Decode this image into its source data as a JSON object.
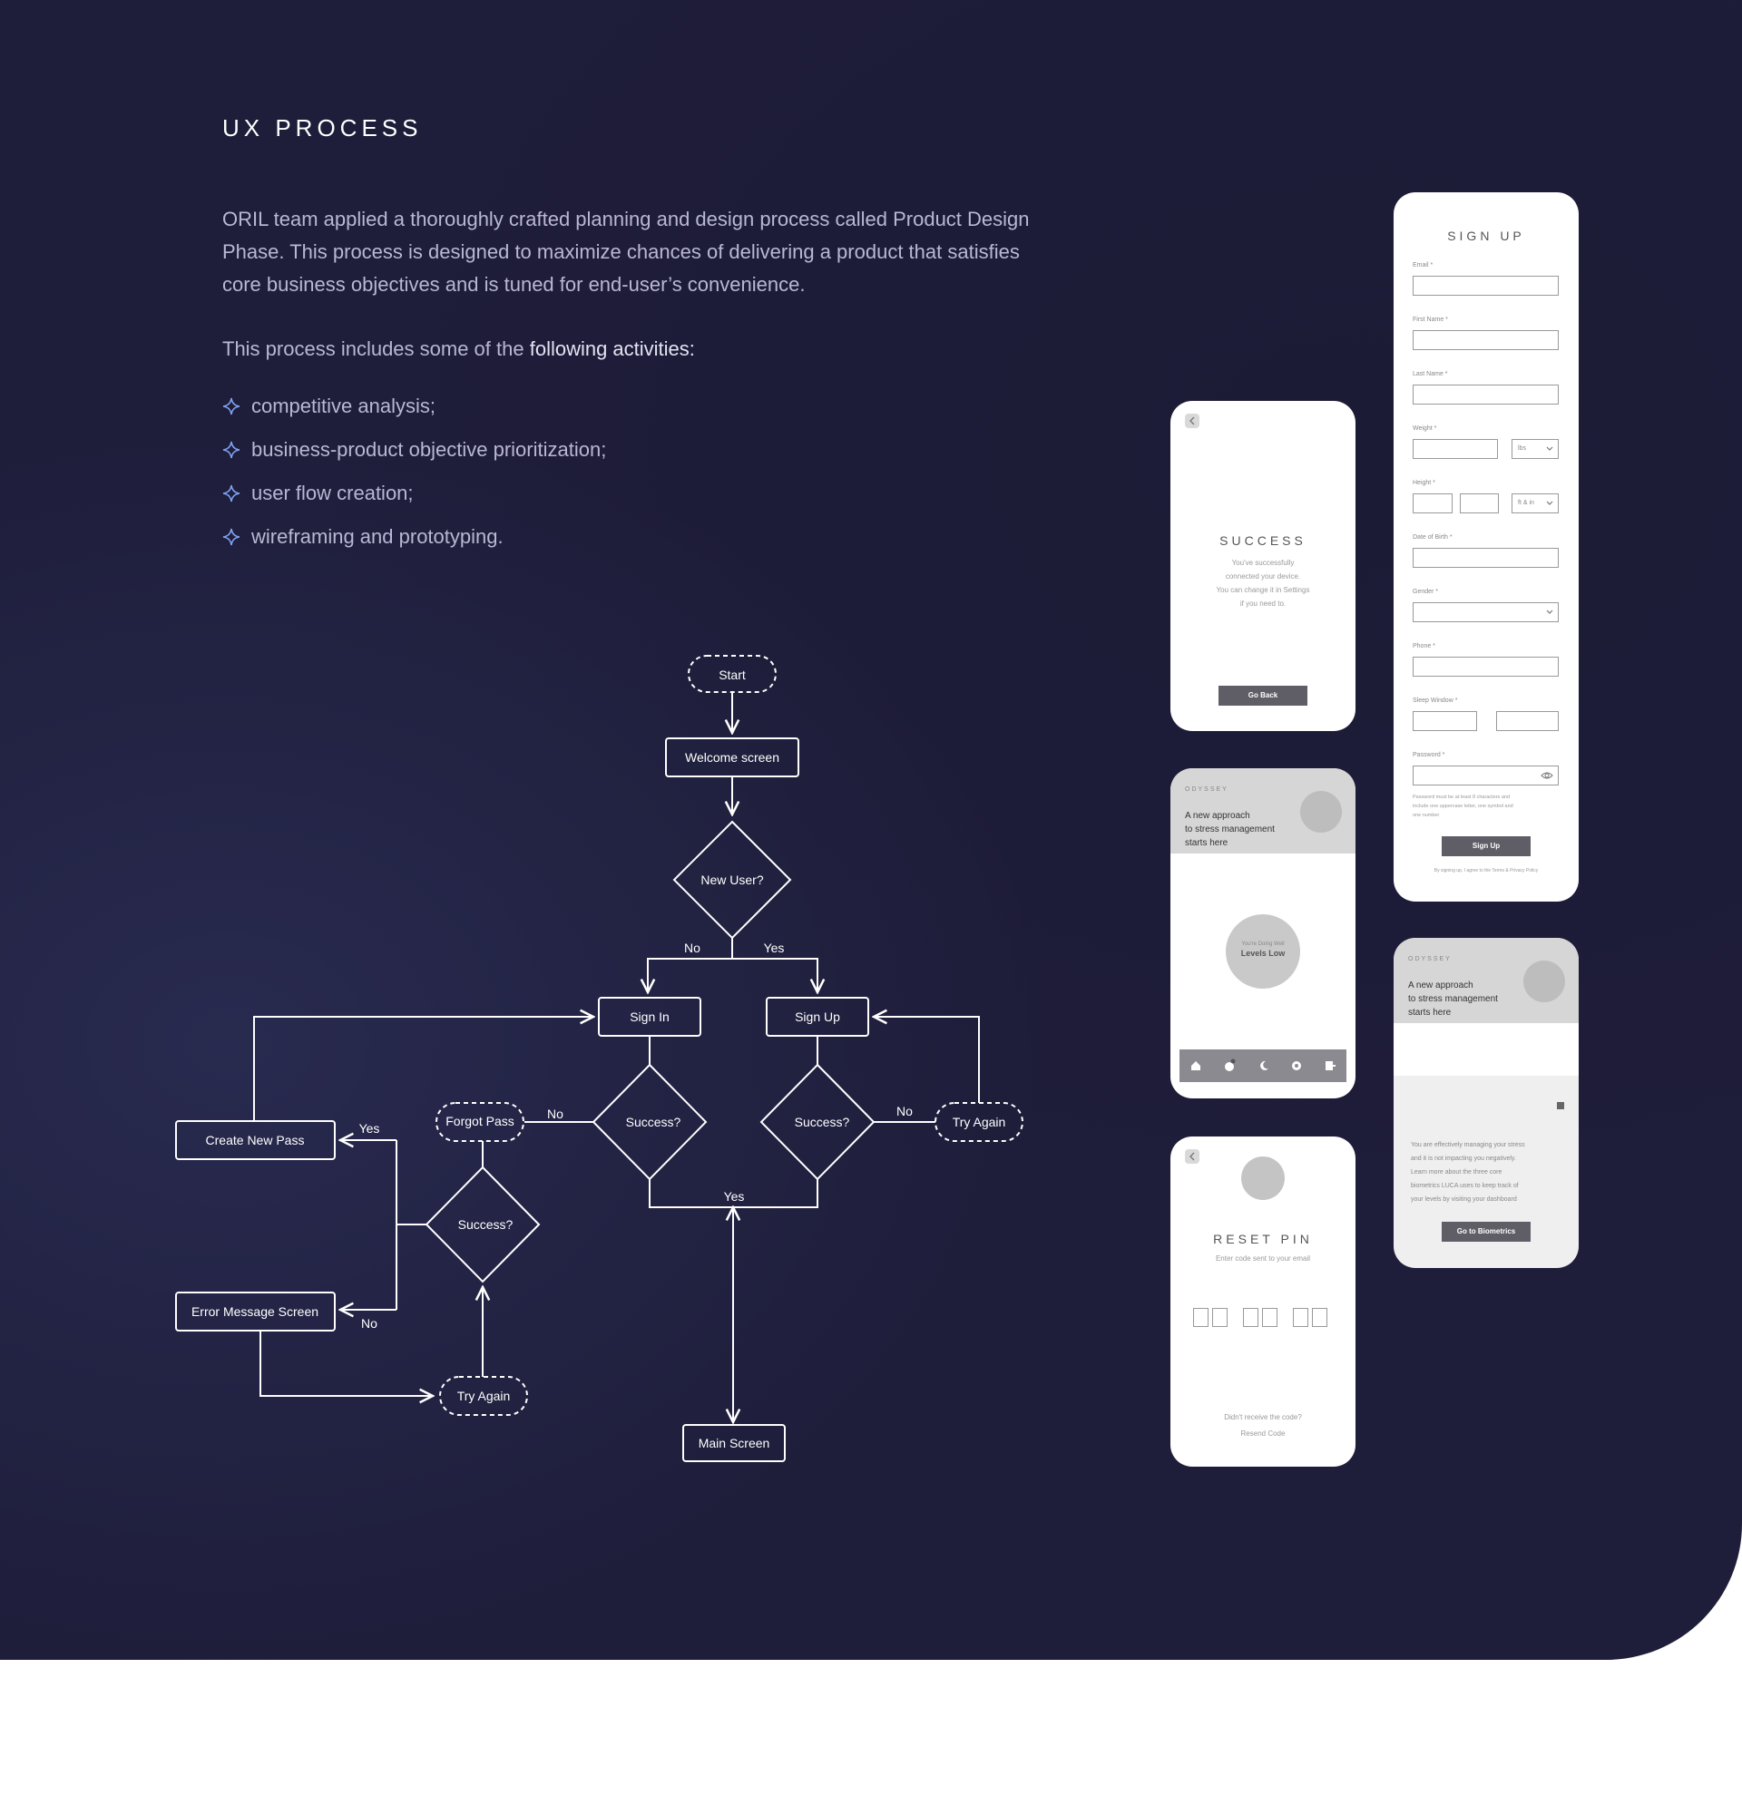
{
  "header": {
    "title": "UX PROCESS",
    "intro": "ORIL team applied a thoroughly crafted planning and design process called Product Design Phase. This process is designed to maximize chances of delivering a product that satisfies core business objectives and is tuned for end-user’s convenience.",
    "lead_prefix": "This process includes some of the ",
    "lead_bold": "following activities:",
    "activities": [
      "competitive analysis;",
      "business-product objective prioritization;",
      "user flow creation;",
      "wireframing and prototyping."
    ]
  },
  "flow": {
    "start": "Start",
    "welcome": "Welcome screen",
    "new_user": "New User?",
    "no": "No",
    "yes": "Yes",
    "sign_in": "Sign In",
    "sign_up": "Sign Up",
    "success": "Success?",
    "forgot_pass": "Forgot Pass",
    "try_again": "Try Again",
    "create_new_pass": "Create New Pass",
    "error_message": "Error Message Screen",
    "main_screen": "Main Screen"
  },
  "screens": {
    "success": {
      "title": "SUCCESS",
      "body": [
        "You've successfully",
        "connected your device.",
        "You can change it in Settings",
        "if you need to."
      ],
      "button": "Go Back"
    },
    "home": {
      "brand": "ODYSSEY",
      "headline": [
        "A new approach",
        "to stress management",
        "starts here"
      ],
      "status_small": "You're Doing Well",
      "status_big": "Levels Low",
      "nav_icons": [
        "home-icon",
        "chart-icon",
        "moon-icon",
        "gear-icon",
        "logout-icon"
      ]
    },
    "reset": {
      "title": "RESET PIN",
      "subtitle": "Enter code sent to your email",
      "footer1": "Didn't receive the code?",
      "footer2": "Resend Code"
    },
    "signup": {
      "title": "SIGN UP",
      "email": "Email *",
      "first_name": "First Name *",
      "last_name": "Last Name *",
      "weight": "Weight *",
      "weight_unit": "lbs",
      "height": "Height *",
      "height_unit": "ft & in",
      "dob": "Date of Birth *",
      "gender": "Gender *",
      "phone": "Phone *",
      "sleep": "Sleep Window *",
      "password": "Password *",
      "hint": [
        "Password must be at least 8 characters and",
        "include one uppercase letter, one symbol and",
        "one number"
      ],
      "button": "Sign Up",
      "terms": "By signing up, I agree to the Terms & Privacy Policy"
    },
    "bio": {
      "brand": "ODYSSEY",
      "headline": [
        "A new approach",
        "to stress management",
        "starts here"
      ],
      "body": [
        "You are effectively managing your stress",
        "and it is not impacting you negatively.",
        "Learn more about the three core",
        "biometrics LUCA uses to keep track of",
        "your levels by visiting your dashboard"
      ],
      "button": "Go to Biometrics"
    }
  }
}
